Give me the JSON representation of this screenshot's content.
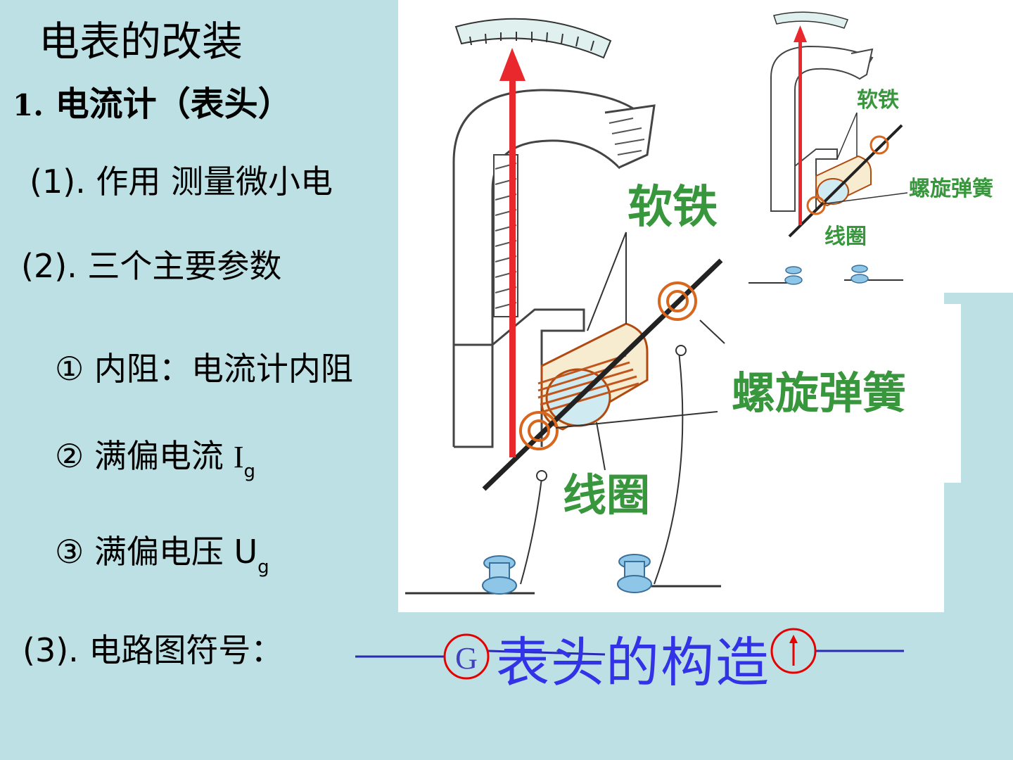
{
  "page": {
    "title": "电表的改装",
    "section": {
      "num": "1.",
      "text": "电流计（表头）"
    },
    "item1": "(1). 作用  测量微小电",
    "item2": "(2).  三个主要参数",
    "param1": "① 内阻：电流计内阻",
    "param2": {
      "label": "② 满偏电流",
      "var": "I",
      "sub": "g"
    },
    "param3": {
      "label": "③ 满偏电压 U",
      "sub": "g"
    },
    "item3": "(3). 电路图符号：",
    "symbol_letter": "G",
    "caption": "表头的构造"
  },
  "diagram_large": {
    "labels": {
      "soft_iron": "软铁",
      "spring": "螺旋弹簧",
      "coil": "线圈"
    }
  },
  "diagram_small": {
    "labels": {
      "soft_iron": "软铁",
      "spring": "螺旋弹簧",
      "coil": "线圈"
    }
  },
  "colors": {
    "background": "#bde0e4",
    "pointer": "#e8282c",
    "label_green": "#38963c",
    "caption_blue": "#3232e6",
    "symbol_red": "#e60000",
    "wire_blue": "#2a2ab4"
  }
}
